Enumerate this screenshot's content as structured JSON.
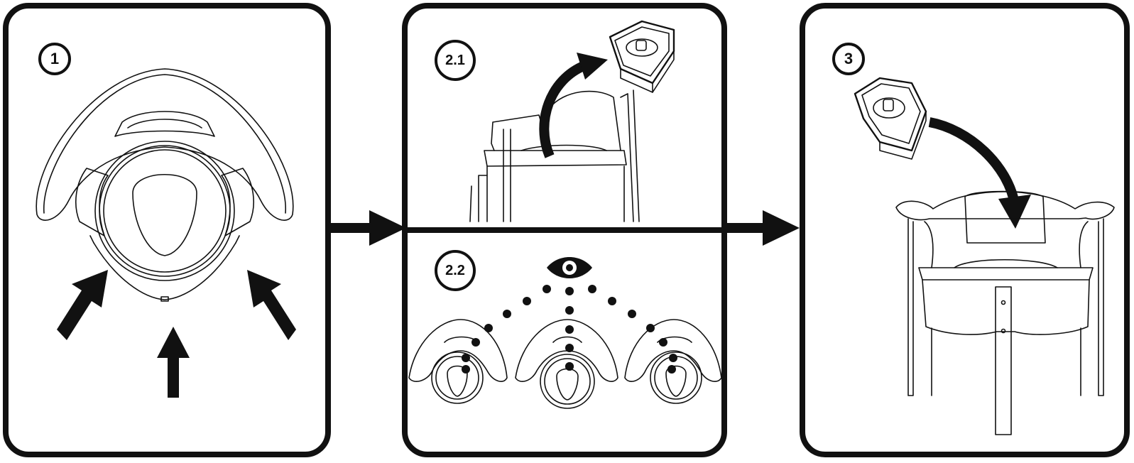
{
  "steps": [
    {
      "id": "step-1",
      "label": "1"
    },
    {
      "id": "step-2-1",
      "label": "2.1"
    },
    {
      "id": "step-2-2",
      "label": "2.2"
    },
    {
      "id": "step-3",
      "label": "3"
    }
  ],
  "icons": {
    "arrow": "right-arrow-icon",
    "eye": "eye-icon",
    "pointer": "push-arrow-icon"
  },
  "colors": {
    "ink": "#111111",
    "background": "#ffffff"
  }
}
